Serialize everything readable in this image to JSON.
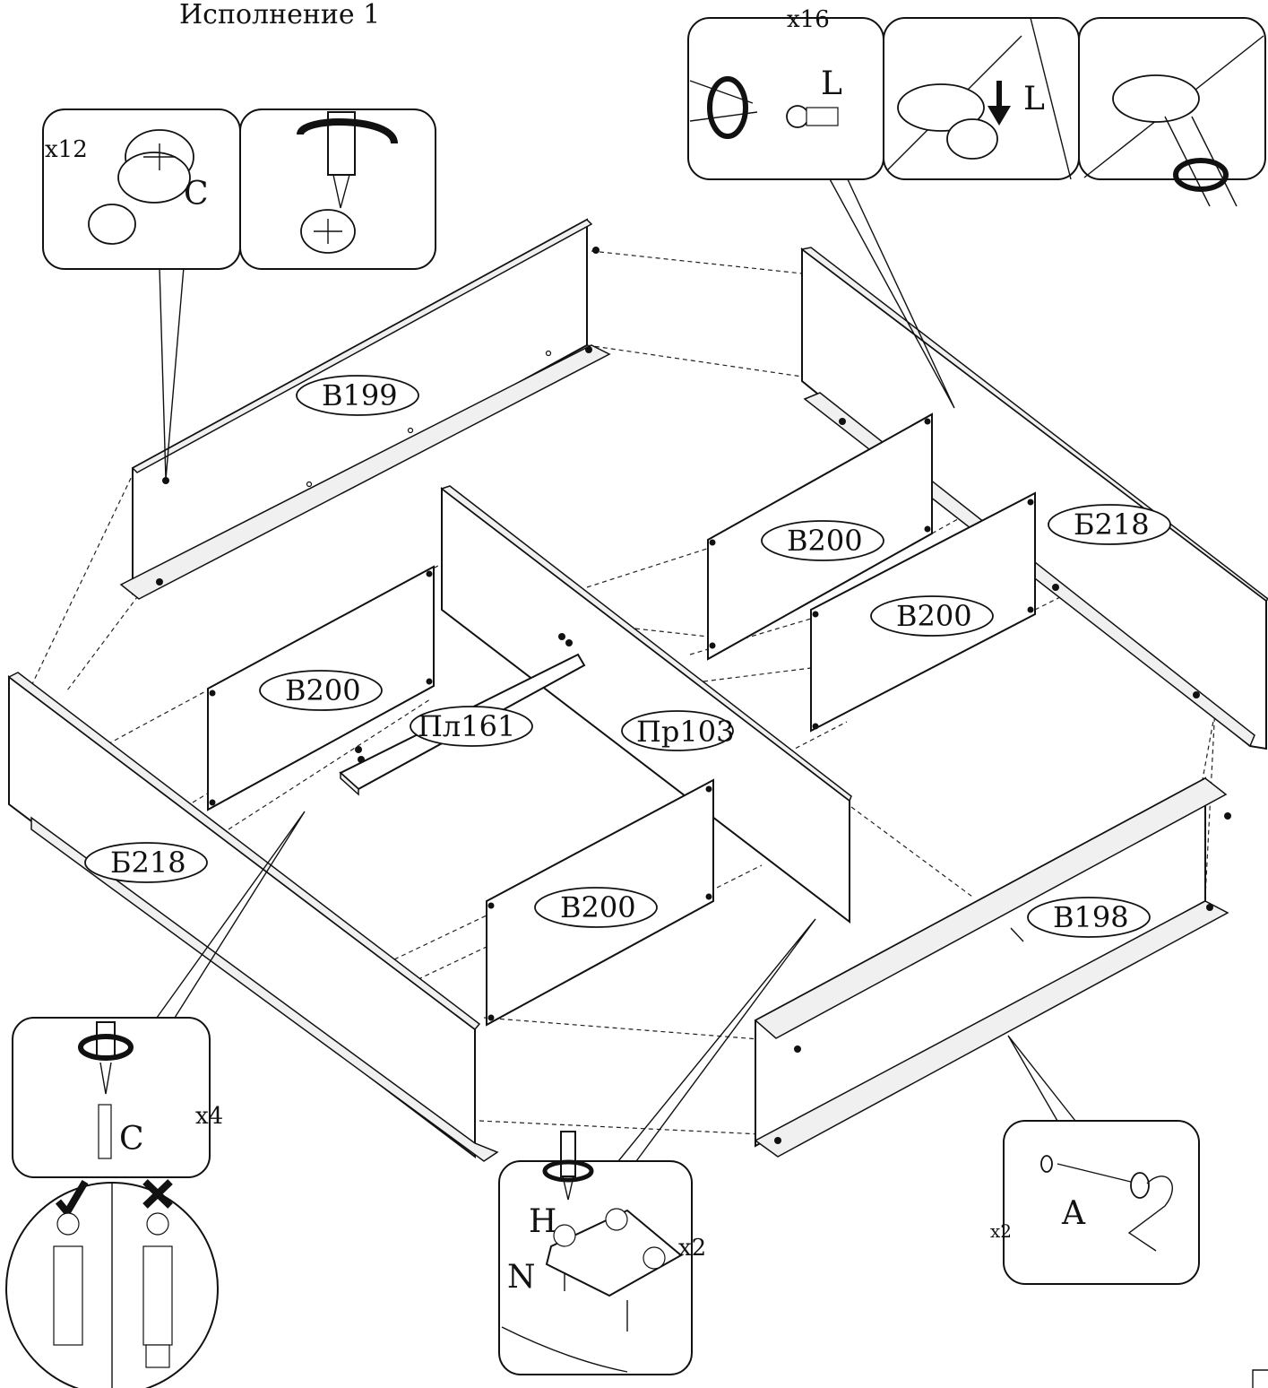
{
  "title": "Исполнение 1",
  "parts": {
    "v199": "В199",
    "b218_right": "Б218",
    "b218_left": "Б218",
    "v200_top": "В200",
    "v200_right": "В200",
    "v200_left": "В200",
    "v200_bottom": "В200",
    "pl161": "Пл161",
    "pr103": "Пр103",
    "v198": "В198"
  },
  "callouts": {
    "top_left": {
      "qty": "x12",
      "fitting": "C"
    },
    "top_right": {
      "qty": "x16",
      "fitting_1": "L",
      "fitting_2": "L"
    },
    "bottom_left": {
      "qty": "x4",
      "fitting": "C"
    },
    "bottom_mid": {
      "qty": "x2",
      "fitting_h": "H",
      "fitting_n": "N"
    },
    "bottom_right": {
      "qty": "x2",
      "fitting": "A"
    }
  },
  "check_icons": [
    "check-icon",
    "cross-icon"
  ]
}
